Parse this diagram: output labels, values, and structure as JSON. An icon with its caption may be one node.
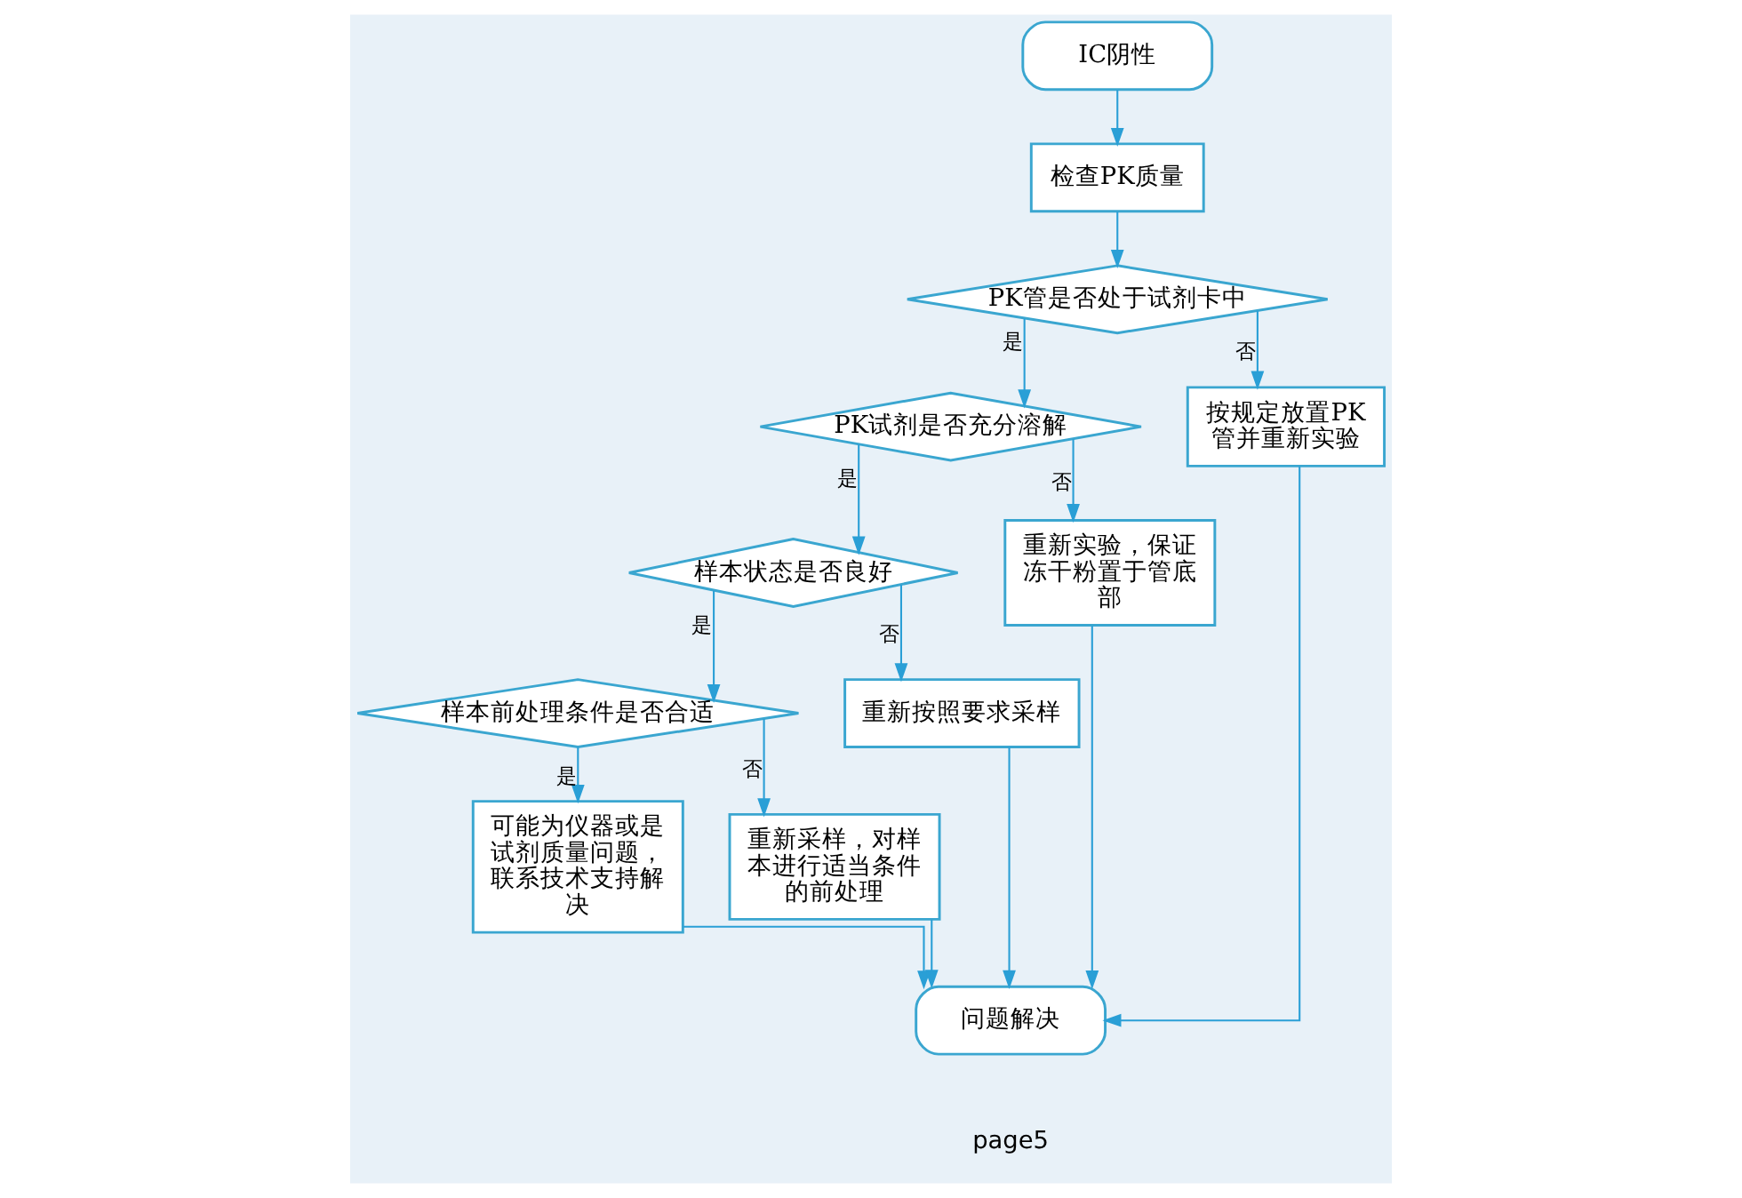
{
  "diagram": {
    "nodes": [
      {
        "text": [
          "IC阴性"
        ]
      },
      {
        "text": [
          "检查PK质量"
        ]
      },
      {
        "text": [
          "PK管是否处于试剂卡中"
        ]
      },
      {
        "text": [
          "PK试剂是否充分溶解"
        ]
      },
      {
        "text": [
          "样本状态是否良好"
        ]
      },
      {
        "text": [
          "样本前处理条件是否合适"
        ]
      },
      {
        "text": [
          "可能为仪器或是试剂质量问题，联系技术支持解决"
        ]
      },
      {
        "text": [
          "重新采样，对样本进行适当条件的前处理"
        ]
      },
      {
        "text": [
          "重新按照要求采样"
        ]
      },
      {
        "text": [
          "重新实验，保证冻干粉置于管底部"
        ]
      },
      {
        "text": [
          "按规定放置PK管并重新实验"
        ]
      },
      {
        "text": [
          "问题解决"
        ]
      }
    ],
    "edges": [
      {
        "from": 0,
        "to": 1,
        "arrow": "to"
      },
      {
        "from": 1,
        "to": 2,
        "arrow": "to"
      },
      {
        "from": 2,
        "to": 3,
        "arrow": "to",
        "label": "是"
      },
      {
        "from": 2,
        "to": 10,
        "arrow": "to",
        "label": "否"
      },
      {
        "from": 3,
        "to": 4,
        "arrow": "to",
        "label": "是"
      },
      {
        "from": 3,
        "to": 9,
        "arrow": "to",
        "label": "否"
      },
      {
        "from": 4,
        "to": 5,
        "arrow": "to",
        "label": "是"
      },
      {
        "from": 4,
        "to": 8,
        "arrow": "to",
        "label": "否"
      },
      {
        "from": 5,
        "to": 6,
        "arrow": "to",
        "label": "是"
      },
      {
        "from": 5,
        "to": 7,
        "arrow": "to",
        "label": "否"
      },
      {
        "from": 6,
        "to": 11,
        "arrow": "to"
      },
      {
        "from": 7,
        "to": 11,
        "arrow": "to"
      },
      {
        "from": 8,
        "to": 11,
        "arrow": "to"
      },
      {
        "from": 9,
        "to": 11,
        "arrow": "to"
      },
      {
        "from": 10,
        "to": 11,
        "arrow": "to"
      }
    ],
    "labels": [
      "page5"
    ]
  }
}
